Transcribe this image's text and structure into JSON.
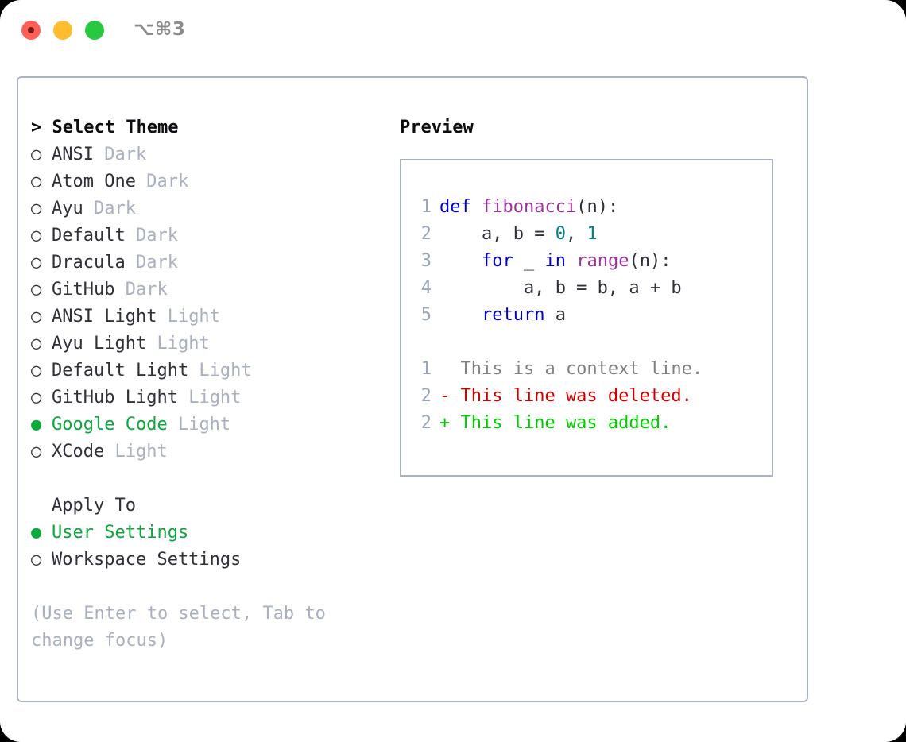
{
  "window": {
    "shortcut": "⌥⌘3",
    "traffic_lights": [
      "close",
      "minimize",
      "maximize"
    ]
  },
  "colors": {
    "selection_green": "#0ba83c",
    "muted": "#a9b1c1",
    "border": "#aab2c2",
    "text": "#2f3038",
    "heading": "#0d0d12",
    "keyword": "#0000cc",
    "function": "#993399",
    "number": "#008080",
    "diff_add": "#00cc00",
    "diff_del": "#cc0000",
    "diff_context": "#808080",
    "lineno": "#9aa5b8"
  },
  "theme_picker": {
    "header": "Select Theme",
    "header_prefix": "> ",
    "marker_selected": "●",
    "marker_unselected": "○",
    "items": [
      {
        "name": "ANSI",
        "category": "Dark",
        "selected": false
      },
      {
        "name": "Atom One",
        "category": "Dark",
        "selected": false
      },
      {
        "name": "Ayu",
        "category": "Dark",
        "selected": false
      },
      {
        "name": "Default",
        "category": "Dark",
        "selected": false
      },
      {
        "name": "Dracula",
        "category": "Dark",
        "selected": false
      },
      {
        "name": "GitHub",
        "category": "Dark",
        "selected": false
      },
      {
        "name": "ANSI Light",
        "category": "Light",
        "selected": false
      },
      {
        "name": "Ayu Light",
        "category": "Light",
        "selected": false
      },
      {
        "name": "Default Light",
        "category": "Light",
        "selected": false
      },
      {
        "name": "GitHub Light",
        "category": "Light",
        "selected": false
      },
      {
        "name": "Google Code",
        "category": "Light",
        "selected": true
      },
      {
        "name": "XCode",
        "category": "Light",
        "selected": false
      }
    ]
  },
  "apply_to": {
    "header": "Apply To",
    "items": [
      {
        "name": "User Settings",
        "selected": true
      },
      {
        "name": "Workspace Settings",
        "selected": false
      }
    ]
  },
  "hint": "(Use Enter to select, Tab to change focus)",
  "preview": {
    "title": "Preview",
    "code_lines": [
      {
        "lineno": "1",
        "tokens": [
          {
            "t": "def ",
            "c": "kw"
          },
          {
            "t": "fibonacci",
            "c": "fn"
          },
          {
            "t": "(n):",
            "c": "plain"
          }
        ]
      },
      {
        "lineno": "2",
        "tokens": [
          {
            "t": "    a, b = ",
            "c": "plain"
          },
          {
            "t": "0",
            "c": "num"
          },
          {
            "t": ", ",
            "c": "plain"
          },
          {
            "t": "1",
            "c": "num"
          }
        ]
      },
      {
        "lineno": "3",
        "tokens": [
          {
            "t": "    ",
            "c": "plain"
          },
          {
            "t": "for",
            "c": "kw"
          },
          {
            "t": " _ ",
            "c": "plain"
          },
          {
            "t": "in",
            "c": "kw"
          },
          {
            "t": " ",
            "c": "plain"
          },
          {
            "t": "range",
            "c": "fn"
          },
          {
            "t": "(n):",
            "c": "plain"
          }
        ]
      },
      {
        "lineno": "4",
        "tokens": [
          {
            "t": "        a, b = b, a + b",
            "c": "plain"
          }
        ]
      },
      {
        "lineno": "5",
        "tokens": [
          {
            "t": "    ",
            "c": "plain"
          },
          {
            "t": "return",
            "c": "kw"
          },
          {
            "t": " a",
            "c": "plain"
          }
        ]
      }
    ],
    "diff_lines": [
      {
        "lineno": "1",
        "sign": "  ",
        "text": "This is a context line.",
        "kind": "context"
      },
      {
        "lineno": "2",
        "sign": "- ",
        "text": "This line was deleted.",
        "kind": "del"
      },
      {
        "lineno": "2",
        "sign": "+ ",
        "text": "This line was added.",
        "kind": "add"
      }
    ]
  }
}
